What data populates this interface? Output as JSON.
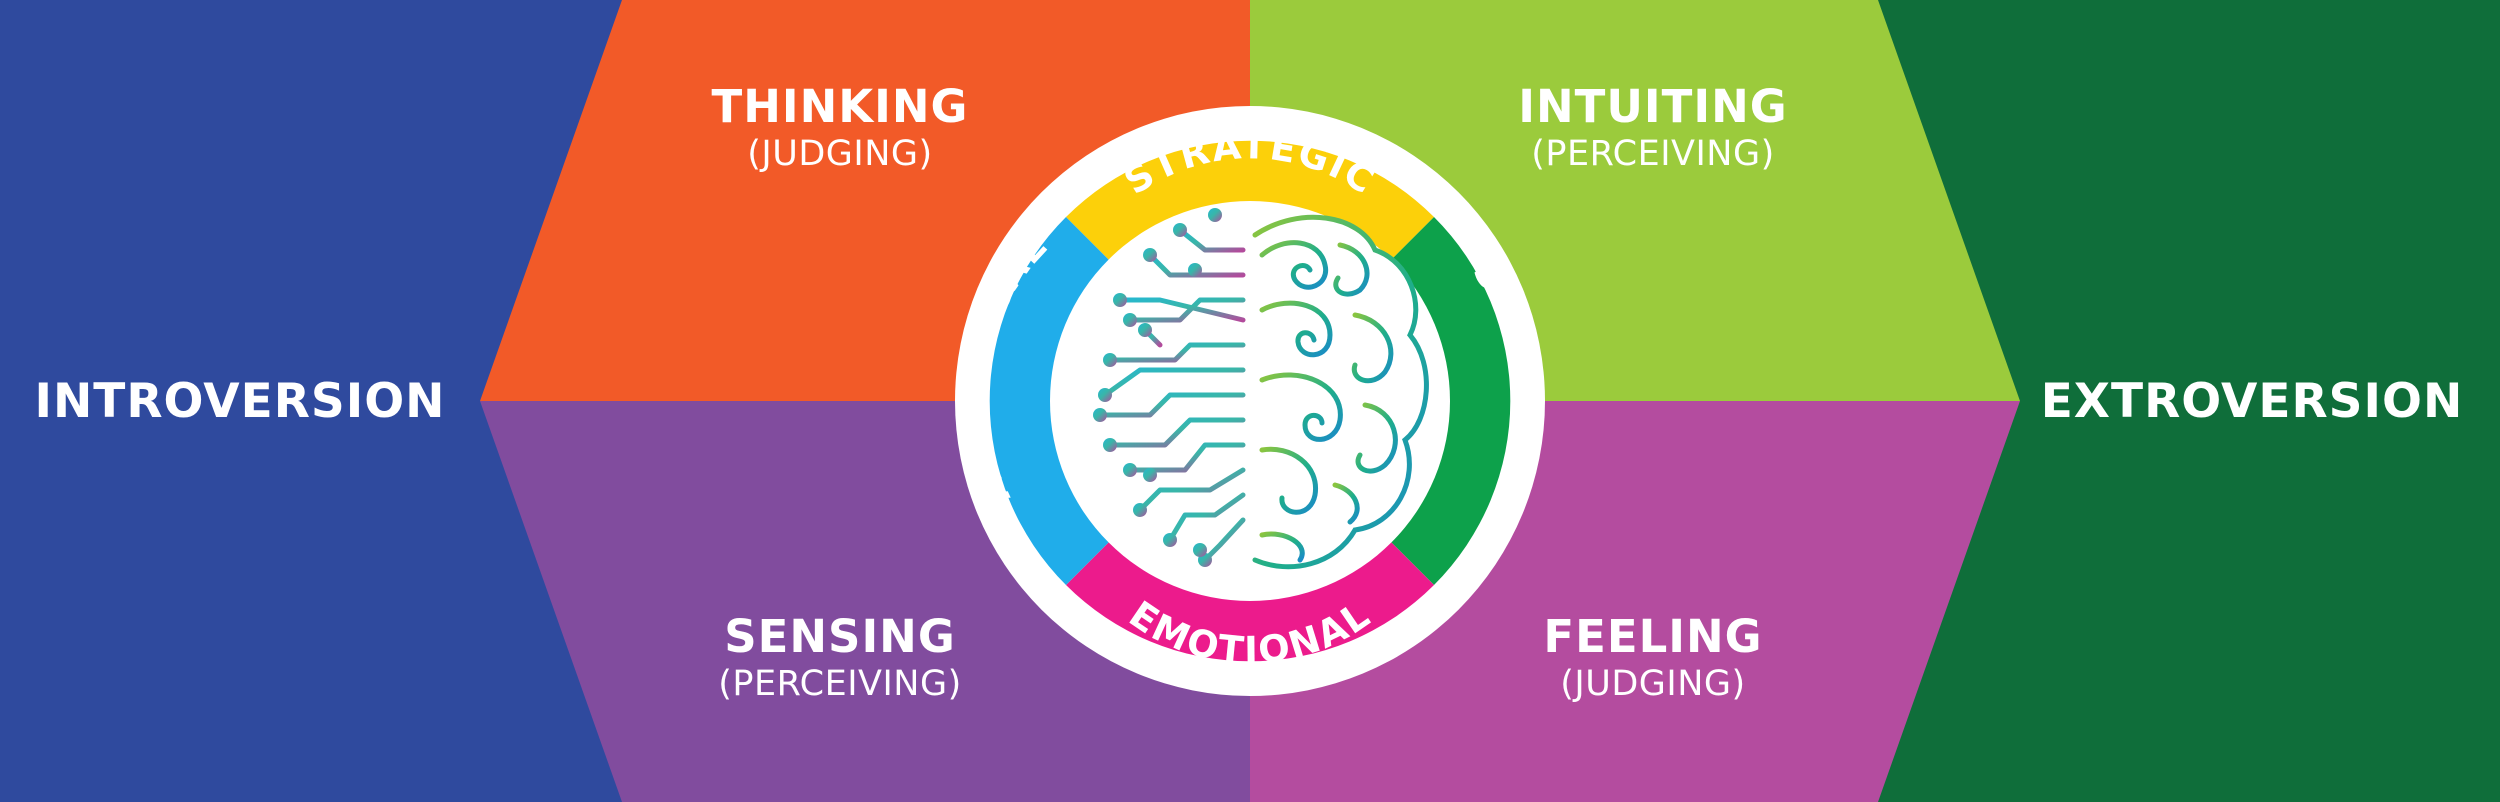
{
  "diagram": {
    "left_label": "INTROVERSION",
    "right_label": "EXTROVERSION",
    "quadrants": {
      "top_left": {
        "title": "THINKING",
        "subtitle": "(JUDGING)"
      },
      "top_right": {
        "title": "INTUITING",
        "subtitle": "(PERCEIVING)"
      },
      "bottom_left": {
        "title": "SENSING",
        "subtitle": "(PERCEIVING)"
      },
      "bottom_right": {
        "title": "FEELING",
        "subtitle": "(JUDGING)"
      }
    },
    "ring": {
      "top": "STRATEGIC",
      "left": "ANALYTICAL",
      "right": "SYSTEMS",
      "bottom": "EMOTIONAL"
    },
    "center_icon": "brain-circuit-icon"
  },
  "colors": {
    "introversion": "#2f4a9e",
    "extroversion": "#0f6e3a",
    "thinking": "#f25a28",
    "intuiting": "#9bcb3c",
    "sensing": "#814c9e",
    "feeling": "#b44c9f",
    "strategic": "#fcd00a",
    "analytical": "#20adea",
    "systems": "#0da14b",
    "emotional": "#ec1b8c"
  }
}
